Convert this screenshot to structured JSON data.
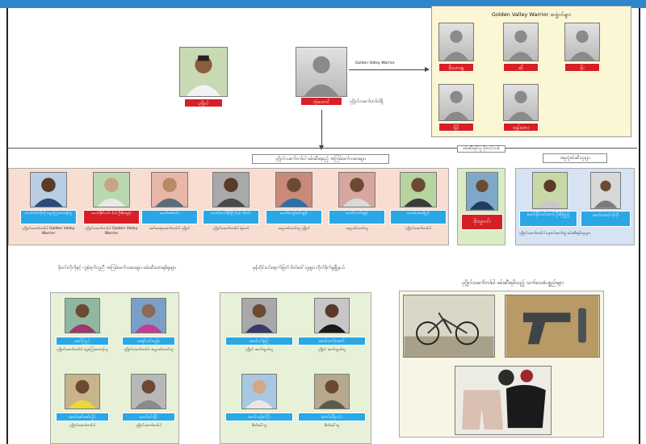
{
  "header": {
    "strip_text": ""
  },
  "leader": {
    "name": "ပုဂ္ဂိုလ်"
  },
  "central": {
    "name": "ဘဲ့ဟောင်",
    "desc": "ပုဂ္ဂိုလ်သင်္ကေတဒ်ပါရှိ"
  },
  "arrow_label": "Golden Valley Warrior",
  "gvw": {
    "title": "Golden Valley Warrior အဖွဲ့ဝင်များ",
    "members": [
      "ဖိုးသားချ",
      "ဆို",
      "မိုး",
      "ရိုပို",
      "ထွန်းထား"
    ]
  },
  "group_title": "ပုဂ္ဂိုလ်သင်္ကေတဒ်ပါ ဖမ်းဆီးရမည့် အကြမ်းဖက်သမားများ",
  "arrested": [
    {
      "label": "မောင်ဝင်းကိုကို ငွေကြေးတာဝန်ယူ",
      "caption": "ပုဂ္ဂိုလ်သင်္ကေတဒ်ပါ Golden Valley Warrior"
    },
    {
      "label": "မောင်နိုင်လင်း (ခ) ဦးစိုးထွန်း",
      "caption": "ပုဂ္ဂိုလ်သင်္ကေတဒ်ပါ Golden Valley Warrior"
    },
    {
      "label": "မောင်ဇော်ဝင်း",
      "caption": "အင်အားစုသင်္ကေတဒ်ပါ ပုဂ္ဂိုလ်"
    },
    {
      "label": "မောင်ထက်နိုင်ဦး (ခ) ကိုဝင်း",
      "caption": "ပုဂ္ဂိုလ်သင်္ကေတဒ်ပါ ရဲဘော်"
    },
    {
      "label": "မောင်ကျော်ဇင်ထွန်း",
      "caption": "အမှုပတ်သက်သူ ပုဂ္ဂိုလ်"
    },
    {
      "label": "မောင်သက်ထွန်း",
      "caption": "အမှုပတ်သက်သူ"
    },
    {
      "label": "မောင်အောင်မြင့်",
      "caption": "ပုဂ္ဂိုလ်သင်္ကေတဒ်ပါ"
    }
  ],
  "mid_group": {
    "title": "ဖမ်းဆီးရမိသူ မိုးလင်းသစ်",
    "member": "ဖိုးသူလင်း"
  },
  "right_group": {
    "title": "အမှုတွဲဖမ်းဆီးသူများ",
    "members": [
      {
        "label": "မောင်နိုင်လင်းထက် ဦးစိုးပြည့်"
      },
      {
        "label": "မောင်အောင်ကိုကို"
      }
    ],
    "caption": "ပုဂ္ဂိုလ်သင်္ကေတဒ်ပါ နောက်ဆက်တွဲ ဖမ်းဆီးရမိသူများ"
  },
  "bottom_left": {
    "title": "ဖိုးဝင်းကိုကိုနှင့် ကွန်ရက်တူညီ အကြမ်းဖက်သမားများ ဖမ်းဆီးထားရမိမှုများ",
    "members": [
      {
        "label": "မခင်ကြည်",
        "caption": "ပုဂ္ဂိုလ်သင်္ကေတဒ်ပါ ငွေကြေးတာဝန်ယူ"
      },
      {
        "label": "မနော်လင်းထွန်း",
        "caption": "ပုဂ္ဂိုလ်သင်္ကေတဒ်ပါ အမှုပတ်သက်သူ"
      },
      {
        "label": "မောင်ဇော်ဇော်လှိုင်",
        "caption": "ပုဂ္ဂိုလ်သင်္ကေတဒ်ပါ"
      },
      {
        "label": "မောင်မင်းနိုင်",
        "caption": "ပုဂ္ဂိုလ်သင်္ကေတဒ်ပါ"
      }
    ]
  },
  "bottom_mid": {
    "title": "မုန်တိုင်းဝင်ရောက်ဖြတ် ဖိတ်ခေါ်သူများ တိုက်ခိုက်မှုမြို့နယ်",
    "members": [
      {
        "label": "မောင်ဝင်းမြင့်",
        "caption": "ပုဂ္ဂိုလ် ဆက်သွယ်သူ"
      },
      {
        "label": "မောင်ထက်အောင်",
        "caption": "ပုဂ္ဂိုလ် ဆက်သွယ်သူ"
      },
      {
        "label": "မောင်သန့်ဇင်ဦး",
        "caption": "ဖိတ်ခေါ်သူ"
      },
      {
        "label": "မောင်ထိန်လင်း",
        "caption": "ဖိတ်ခေါ်သူ"
      }
    ]
  },
  "bottom_right": {
    "title": "ပုဂ္ဂိုလ်သင်္ကေတဒ်ပါ ဖမ်းဆီးရမိသည့် သက်သေခံပစ္စည်းများ"
  }
}
